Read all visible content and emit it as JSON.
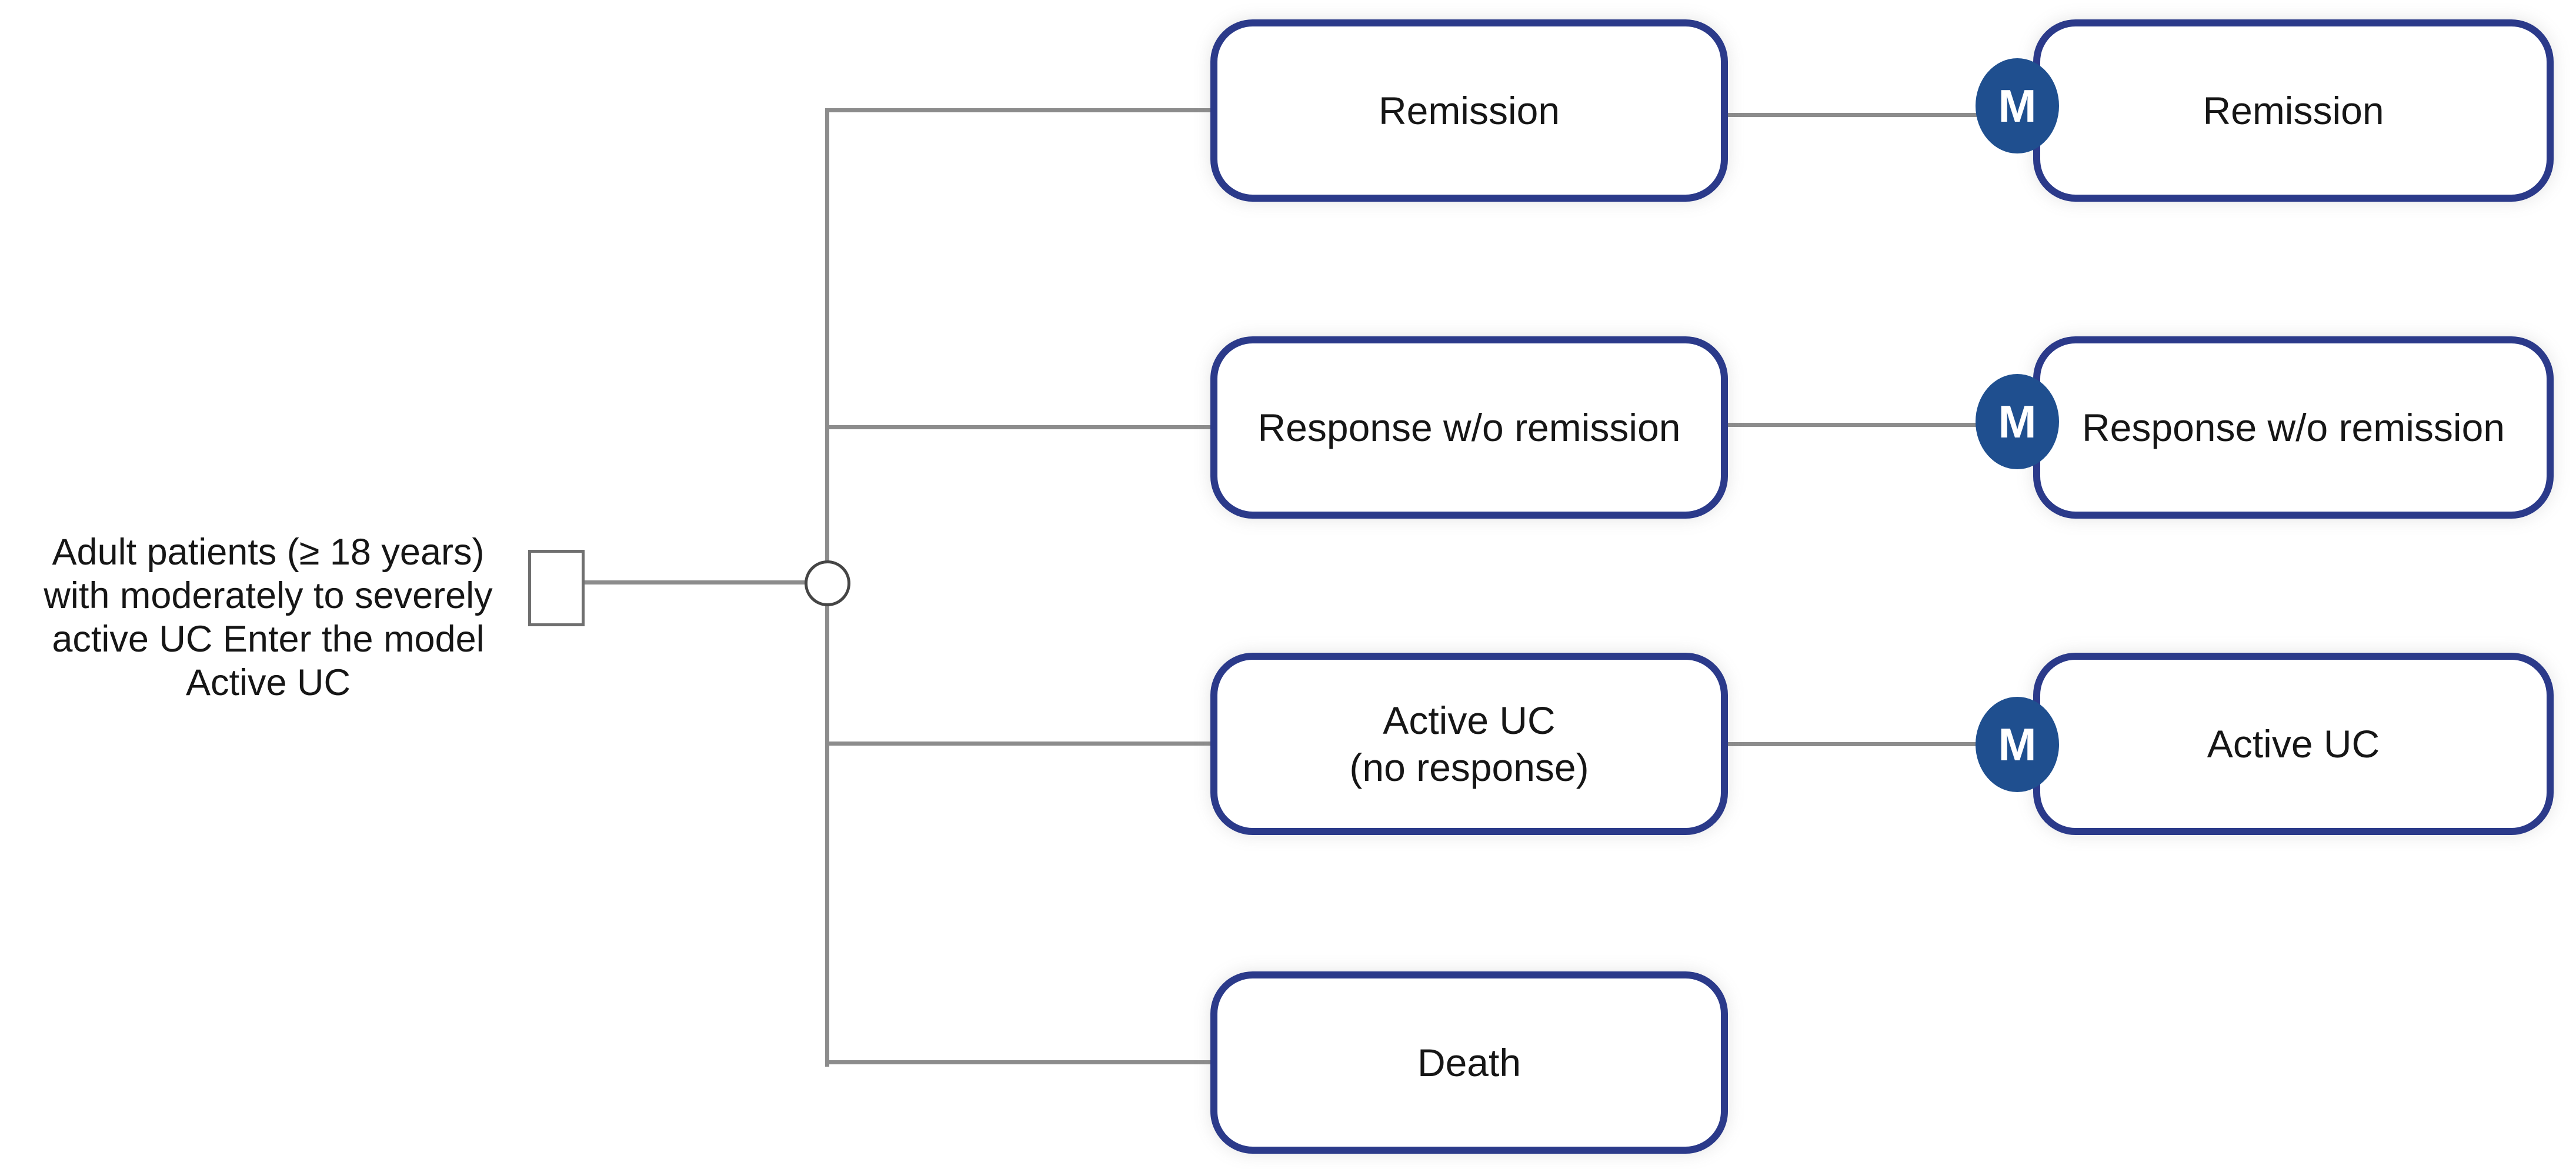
{
  "figure": {
    "type": "decision-tree",
    "entry": {
      "text": "Adult patients (≥ 18 years) with moderately to severely active UC Enter the model Active UC",
      "lines": [
        "Adult patients (≥ 18 years)",
        "with moderately to severely",
        "active UC Enter the model",
        "Active UC"
      ]
    },
    "nodes": {
      "decision": "decision-square",
      "chance": "chance-circle",
      "markov_symbol": "M"
    },
    "branches": [
      {
        "state": "Remission",
        "has_markov": true,
        "markov_state": "Remission"
      },
      {
        "state": "Response w/o remission",
        "has_markov": true,
        "markov_state": "Response w/o remission"
      },
      {
        "state": "Active UC\n(no response)",
        "has_markov": true,
        "markov_state": "Active UC"
      },
      {
        "state": "Death",
        "has_markov": false,
        "markov_state": ""
      }
    ],
    "colors": {
      "box_border": "#2b3a8a",
      "markov_fill": "#1f4f8f",
      "connector": "#8c8c8c",
      "text": "#161616"
    }
  }
}
